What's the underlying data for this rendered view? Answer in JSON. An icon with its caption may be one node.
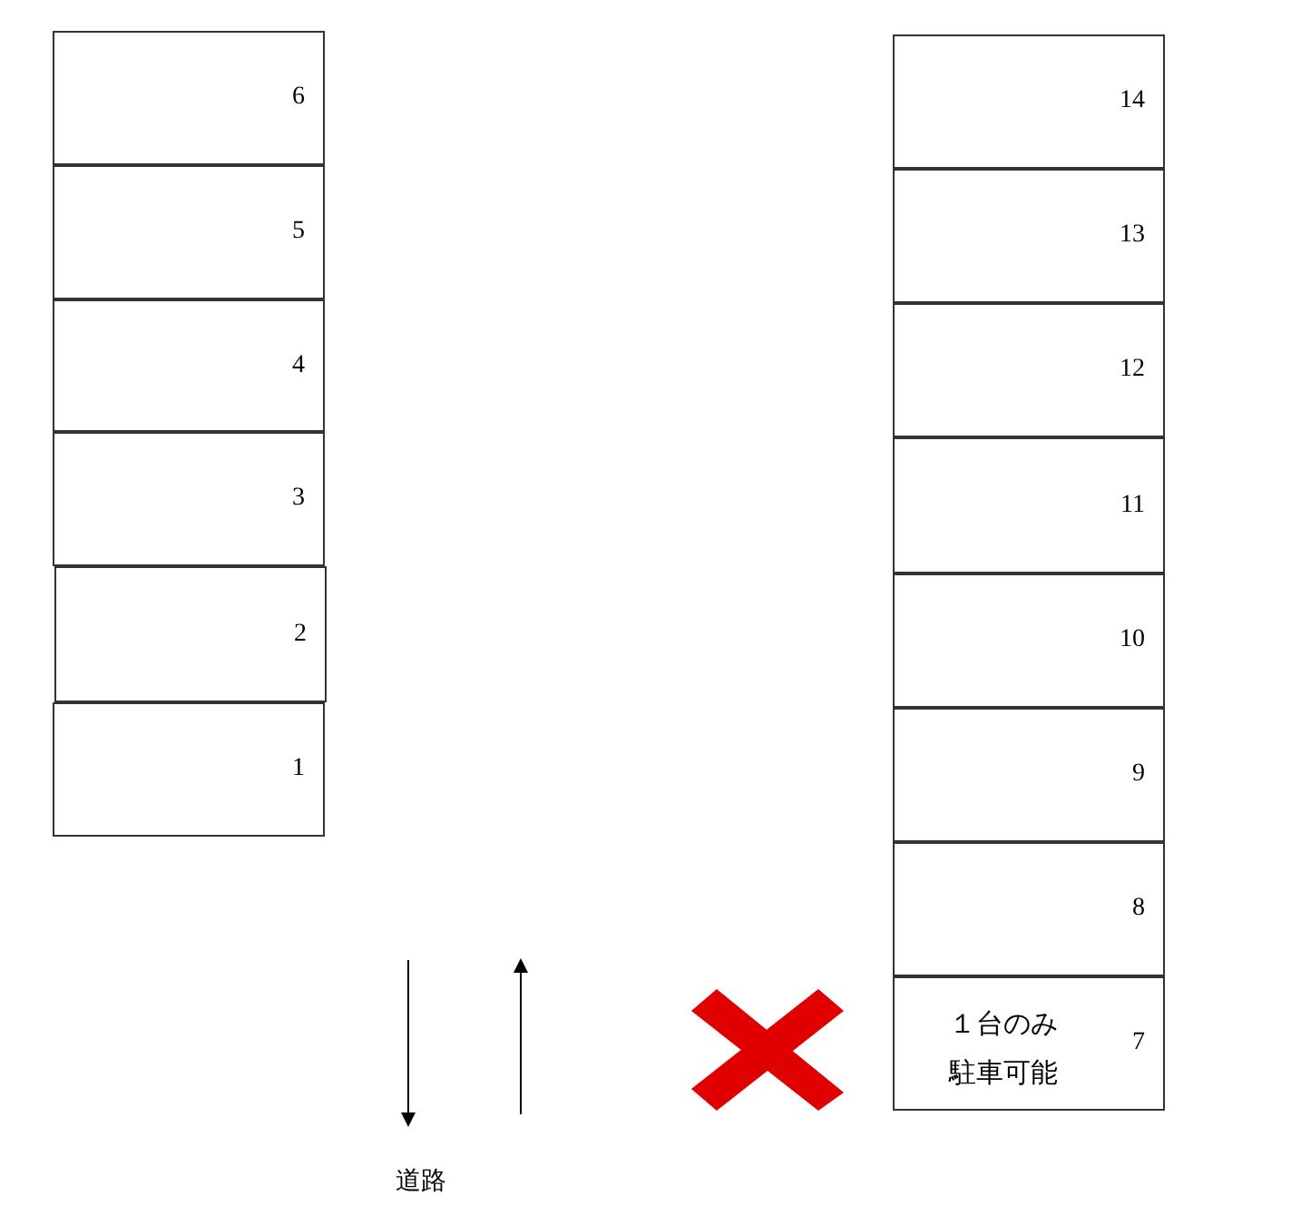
{
  "diagram": {
    "nodes": [
      {
        "text": [
          "6"
        ]
      },
      {
        "text": [
          "5"
        ]
      },
      {
        "text": [
          "4"
        ]
      },
      {
        "text": [
          "3"
        ]
      },
      {
        "text": [
          "2"
        ]
      },
      {
        "text": [
          "1"
        ]
      },
      {
        "text": [
          "14"
        ]
      },
      {
        "text": [
          "13"
        ]
      },
      {
        "text": [
          "12"
        ]
      },
      {
        "text": [
          "11"
        ]
      },
      {
        "text": [
          "10"
        ]
      },
      {
        "text": [
          "9"
        ]
      },
      {
        "text": [
          "8"
        ]
      },
      {
        "text": [
          "１台のみ",
          "駐車可能",
          "7"
        ]
      }
    ],
    "labels": [
      "道路"
    ]
  }
}
